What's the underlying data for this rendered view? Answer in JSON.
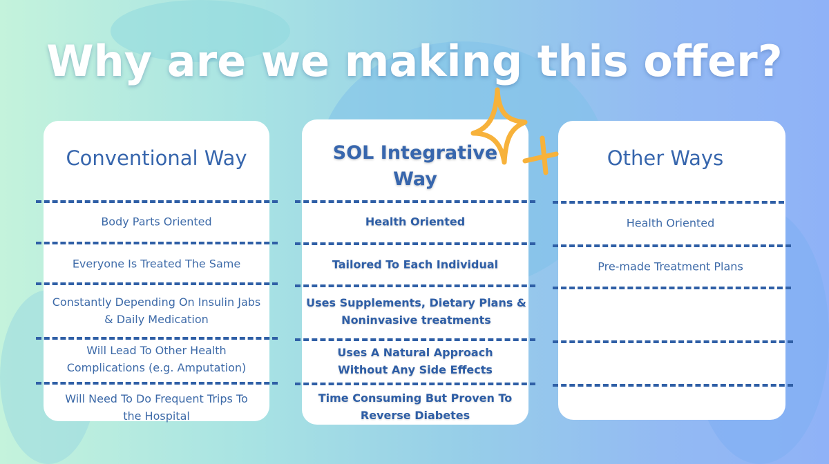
{
  "title": "Why are we making this offer?",
  "colors": {
    "heading": "#3766ad",
    "dash": "#2f5fa6",
    "sparkle": "#f7b23b"
  },
  "columns": [
    {
      "heading": "Conventional Way",
      "rows": [
        "Body Parts Oriented",
        "Everyone Is Treated The Same",
        "Constantly Depending On Insulin Jabs & Daily Medication",
        "Will Lead To Other Health Complications (e.g. Amputation)",
        "Will Need To Do Frequent Trips To the Hospital"
      ]
    },
    {
      "heading": "SOL Integrative Way",
      "rows": [
        "Health Oriented",
        "Tailored To Each Individual",
        "Uses Supplements, Dietary Plans & Noninvasive treatments",
        "Uses A Natural Approach Without Any Side Effects",
        "Time Consuming But Proven To Reverse Diabetes"
      ]
    },
    {
      "heading": "Other Ways",
      "rows": [
        "Health Oriented",
        "Pre-made Treatment Plans"
      ]
    }
  ]
}
